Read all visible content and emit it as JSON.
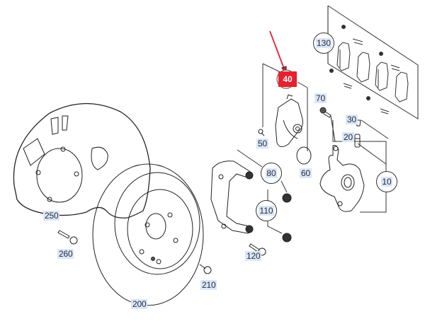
{
  "diagram": {
    "highlight_color": "#e8202f",
    "label_bg": "#dce6f4",
    "parts": {
      "p10": "10",
      "p20": "20",
      "p30": "30",
      "p40": "40",
      "p50": "50",
      "p60": "60",
      "p70": "70",
      "p80": "80",
      "p110": "110",
      "p120": "120",
      "p130": "130",
      "p200": "200",
      "p210": "210",
      "p250": "250",
      "p260": "260"
    },
    "selected_part": "40"
  }
}
